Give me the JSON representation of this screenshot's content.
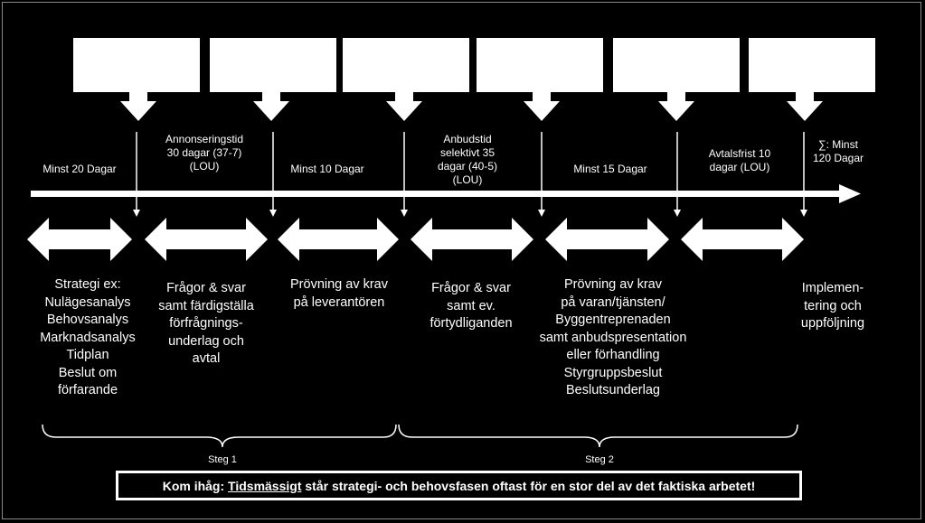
{
  "durations": [
    {
      "id": "d1",
      "text": "Minst 20 Dagar"
    },
    {
      "id": "d2",
      "text": "Annonseringstid\n30 dagar (37-7)\n(LOU)"
    },
    {
      "id": "d3",
      "text": "Minst 10 Dagar"
    },
    {
      "id": "d4",
      "text": "Anbudstid\nselektivt 35\ndagar (40-5)\n(LOU)"
    },
    {
      "id": "d5",
      "text": "Minst 15 Dagar"
    },
    {
      "id": "d6",
      "text": "Avtalsfrist 10\ndagar (LOU)"
    },
    {
      "id": "d7",
      "text": "∑: Minst\n120 Dagar"
    }
  ],
  "activities": [
    {
      "id": "a1",
      "text": "Strategi ex:\nNulägesanalys\nBehovsanalys\nMarknadsanalys\nTidplan\nBeslut om\nförfarande"
    },
    {
      "id": "a2",
      "text": "Frågor & svar\nsamt färdigställa\nförfrågnings-\nunderlag och\navtal"
    },
    {
      "id": "a3",
      "text": "Prövning av krav\npå leverantören"
    },
    {
      "id": "a4",
      "text": "Frågor & svar\nsamt ev.\nförtydliganden"
    },
    {
      "id": "a5",
      "text": "Prövning av krav\npå varan/tjänsten/\nByggentreprenaden\nsamt anbudspresentation\neller förhandling\nStyrgruppsbeslut\nBeslutsunderlag"
    },
    {
      "id": "a6",
      "text": "Implemen-\ntering och\nuppföljning"
    }
  ],
  "steps": {
    "step1": "Steg 1",
    "step2": "Steg 2"
  },
  "reminder": {
    "prefix": "Kom ihåg: ",
    "emphasis": "Tidsmässigt",
    "suffix": " står strategi- och behovsfasen oftast för en stor del av det faktiska arbetet!"
  },
  "colors": {
    "background": "#000000",
    "foreground": "#ffffff",
    "frame": "#8a8a8a"
  }
}
